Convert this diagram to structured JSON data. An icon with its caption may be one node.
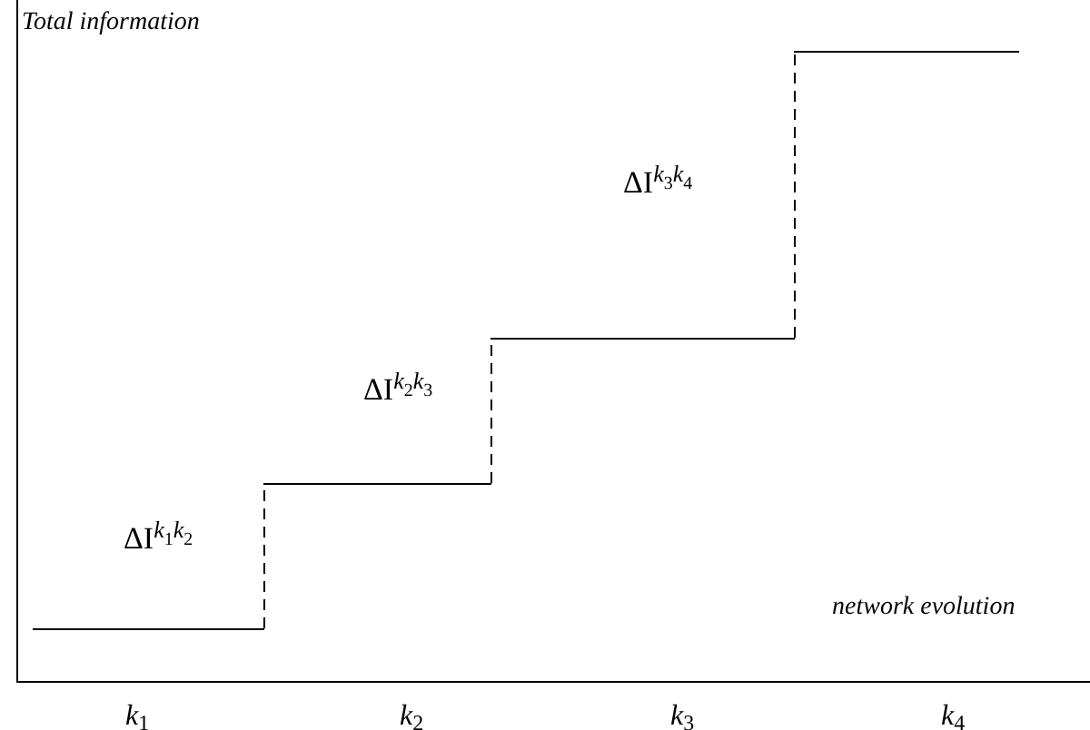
{
  "diagram": {
    "labels": [
      "Total information",
      "ΔI$^{k}$$_{3}$$^{k}$$_{4}$",
      "ΔI$^{k}$$_{2}$$^{k}$$_{3}$",
      "ΔI$^{k}$$_{1}$$^{k}$$_{2}$",
      "network evolution",
      "*k*$_{1}$",
      "*k*$_{2}$",
      "*k*$_{3}$",
      "*k*$_{4}$"
    ]
  }
}
